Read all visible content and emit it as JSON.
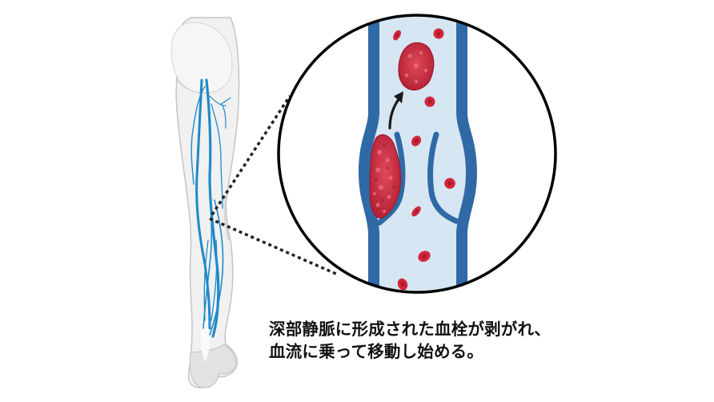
{
  "figure": {
    "caption": {
      "line1": "深部静脈に形成された血栓が剥がれ、",
      "line2": "血流に乗って移動し始める。"
    },
    "elements": {
      "leg": "leg-posterior-view-with-deep-veins",
      "zoom_callout": "magnified-vein-with-valve",
      "thrombus_attached": "thrombus-on-vein-valve",
      "thrombus_detached": "detached-embolus",
      "arrow": "movement-arrow",
      "red_blood_cells": 8
    },
    "colors": {
      "vein_wall": "#2f6aa6",
      "vein_lumen": "#d6e6f3",
      "thrombus": "#c8283d",
      "rbc": "#d2263b",
      "leg_skin": "#eeeeee",
      "leg_outline": "#bdbdbd",
      "leg_vein": "#1f8ac7",
      "callout_border": "#000000",
      "dotted_line": "#222222"
    }
  }
}
